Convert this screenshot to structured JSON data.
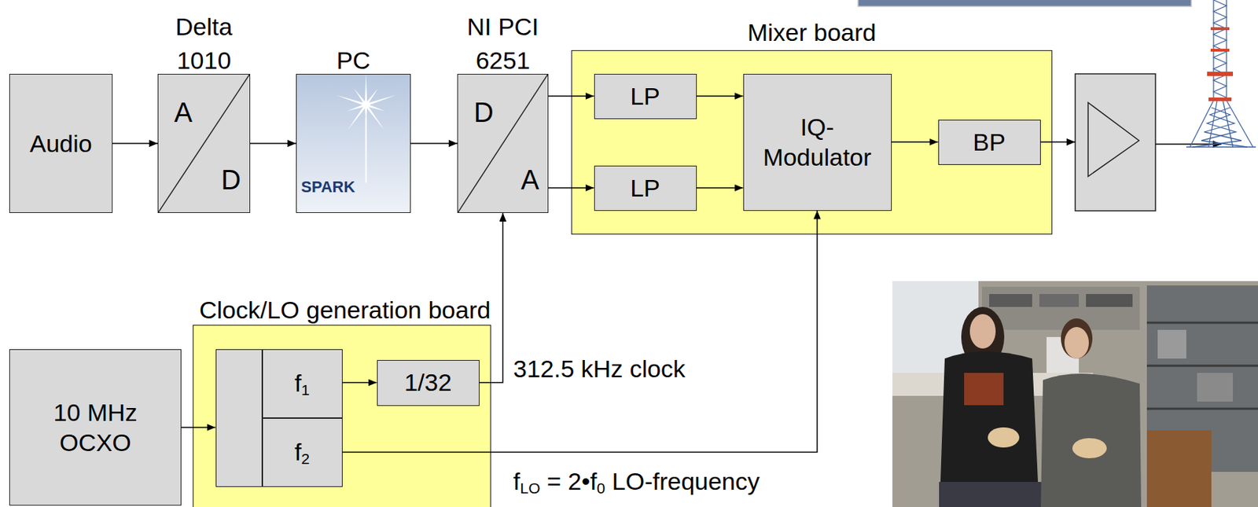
{
  "diagram": {
    "nodes": [
      {
        "text": [
          "Audio"
        ]
      },
      {
        "text": [
          "Delta 1010",
          "A",
          "D"
        ]
      },
      {
        "text": [
          "PC",
          "SPARK"
        ]
      },
      {
        "text": [
          "NI PCI 6251",
          "D",
          "A"
        ]
      },
      {
        "text": [
          "Mixer board"
        ]
      },
      {
        "text": [
          "LP"
        ],
        "in": 4
      },
      {
        "text": [
          "LP"
        ],
        "in": 4
      },
      {
        "text": [
          "IQ- Modulator"
        ],
        "in": 4
      },
      {
        "text": [
          "BP"
        ],
        "in": 4
      },
      {
        "text": [
          "10 MHz OCXO"
        ]
      },
      {
        "text": [
          "Clock/LO generation board"
        ]
      },
      {
        "text": [
          "f1"
        ],
        "in": 10
      },
      {
        "text": [
          "f2"
        ],
        "in": 10
      },
      {
        "text": [
          "1/32"
        ],
        "in": 10
      }
    ],
    "edges": [
      {
        "from": 0,
        "to": 1,
        "arrow": "to"
      },
      {
        "from": 1,
        "to": 2,
        "arrow": "to"
      },
      {
        "from": 2,
        "to": 3,
        "arrow": "to"
      },
      {
        "from": 3,
        "to": 5,
        "arrow": "to"
      },
      {
        "from": 3,
        "to": 6,
        "arrow": "to"
      },
      {
        "from": 5,
        "to": 7,
        "arrow": "to"
      },
      {
        "from": 6,
        "to": 7,
        "arrow": "to"
      },
      {
        "from": 7,
        "to": 8,
        "arrow": "to"
      },
      {
        "from": 9,
        "to": 10,
        "arrow": "to"
      },
      {
        "from": 11,
        "to": 13,
        "arrow": "to"
      },
      {
        "from": 13,
        "to": 3,
        "label": "312.5 kHz clock",
        "arrow": "to"
      },
      {
        "from": 12,
        "to": 7,
        "label": "fLO = 2•f0 LO-frequency",
        "arrow": "to"
      }
    ]
  }
}
